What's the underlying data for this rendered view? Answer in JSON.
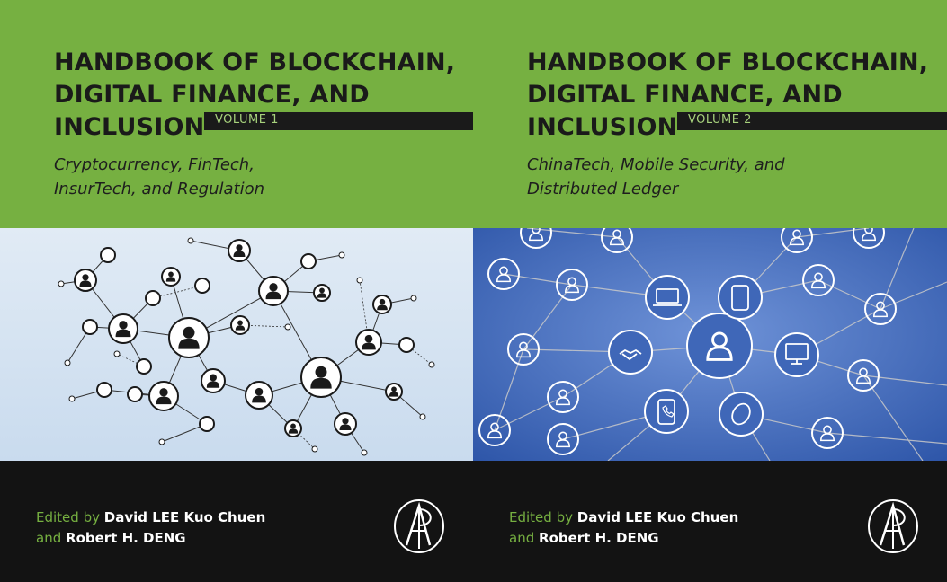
{
  "covers": [
    {
      "title_lines": [
        "HANDBOOK OF BLOCKCHAIN,",
        "DIGITAL FINANCE, AND",
        "INCLUSION"
      ],
      "volume": "VOLUME 1",
      "subtitle_lines": [
        "Cryptocurrency, FinTech,",
        "InsurTech, and Regulation"
      ],
      "edited_by": "Edited by",
      "editor1": "David LEE Kuo Chuen",
      "and": "and",
      "editor2": "Robert H. DENG",
      "colors": {
        "band": "#76b041",
        "art_bg": "#cfe0ef",
        "bottom": "#131313"
      }
    },
    {
      "title_lines": [
        "HANDBOOK OF BLOCKCHAIN,",
        "DIGITAL FINANCE, AND",
        "INCLUSION"
      ],
      "volume": "VOLUME 2",
      "subtitle_lines": [
        "ChinaTech, Mobile Security, and",
        "Distributed Ledger"
      ],
      "edited_by": "Edited by",
      "editor1": "David LEE Kuo Chuen",
      "and": "and",
      "editor2": "Robert H. DENG",
      "colors": {
        "band": "#76b041",
        "art_bg": "#3a63b5",
        "bottom": "#131313"
      }
    }
  ]
}
